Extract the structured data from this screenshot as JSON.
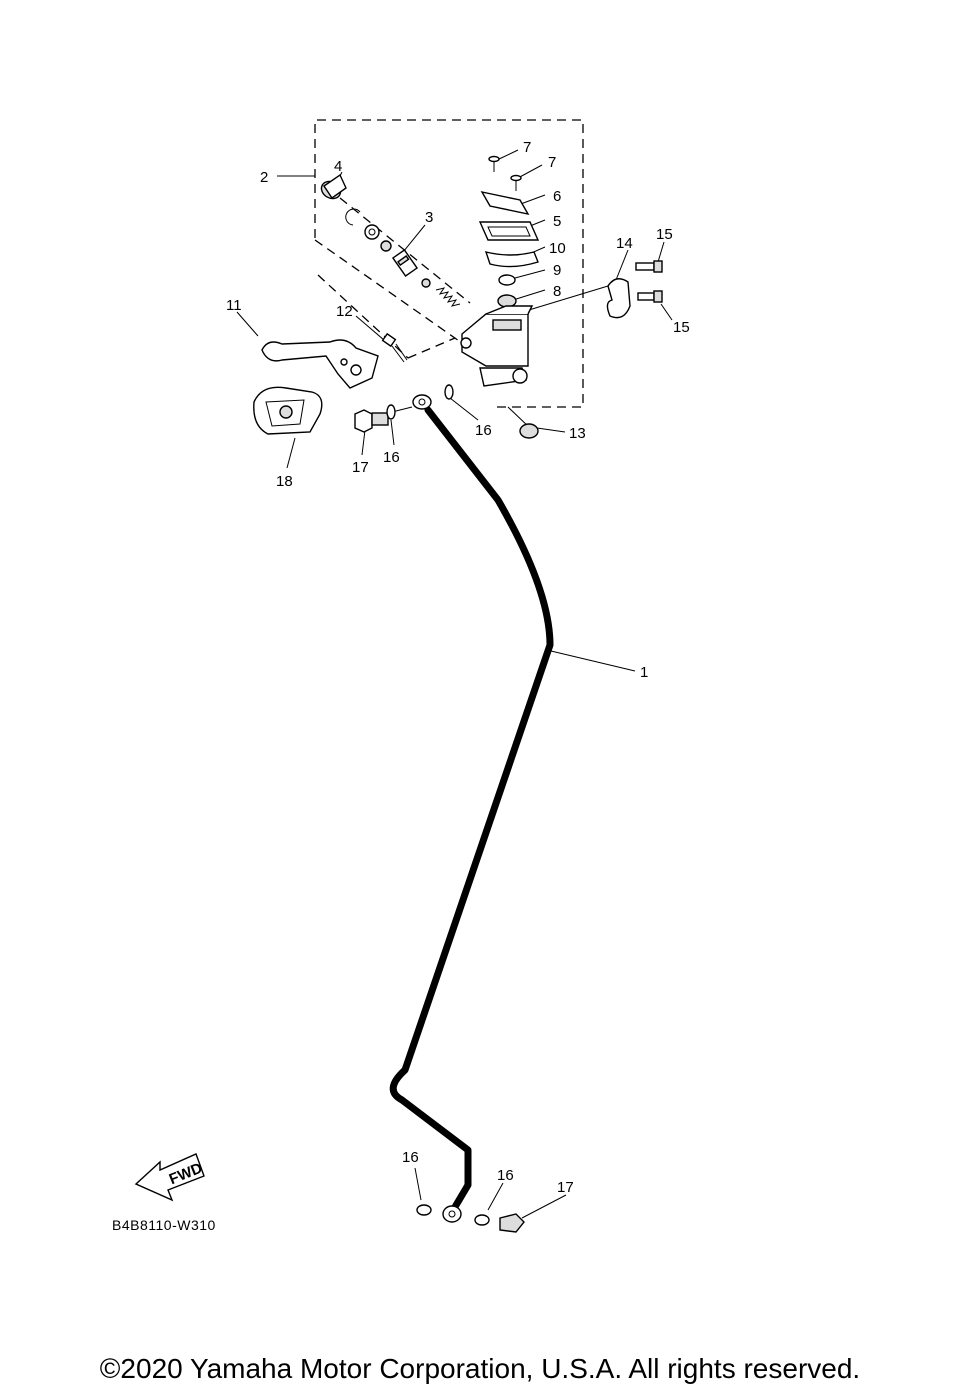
{
  "callouts": [
    {
      "id": "c1",
      "text": "1"
    },
    {
      "id": "c2",
      "text": "2"
    },
    {
      "id": "c3",
      "text": "3"
    },
    {
      "id": "c4",
      "text": "4"
    },
    {
      "id": "c5",
      "text": "5"
    },
    {
      "id": "c6",
      "text": "6"
    },
    {
      "id": "c7a",
      "text": "7"
    },
    {
      "id": "c7b",
      "text": "7"
    },
    {
      "id": "c8",
      "text": "8"
    },
    {
      "id": "c9",
      "text": "9"
    },
    {
      "id": "c10",
      "text": "10"
    },
    {
      "id": "c11",
      "text": "11"
    },
    {
      "id": "c12",
      "text": "12"
    },
    {
      "id": "c13",
      "text": "13"
    },
    {
      "id": "c14",
      "text": "14"
    },
    {
      "id": "c15a",
      "text": "15"
    },
    {
      "id": "c15b",
      "text": "15"
    },
    {
      "id": "c16a",
      "text": "16"
    },
    {
      "id": "c16b",
      "text": "16"
    },
    {
      "id": "c16c",
      "text": "16"
    },
    {
      "id": "c16d",
      "text": "16"
    },
    {
      "id": "c17a",
      "text": "17"
    },
    {
      "id": "c17b",
      "text": "17"
    },
    {
      "id": "c18",
      "text": "18"
    }
  ],
  "fwd_label": "FWD",
  "diagram_code": "B4B8110-W310",
  "copyright": "©2020 Yamaha Motor Corporation, U.S.A. All rights reserved."
}
